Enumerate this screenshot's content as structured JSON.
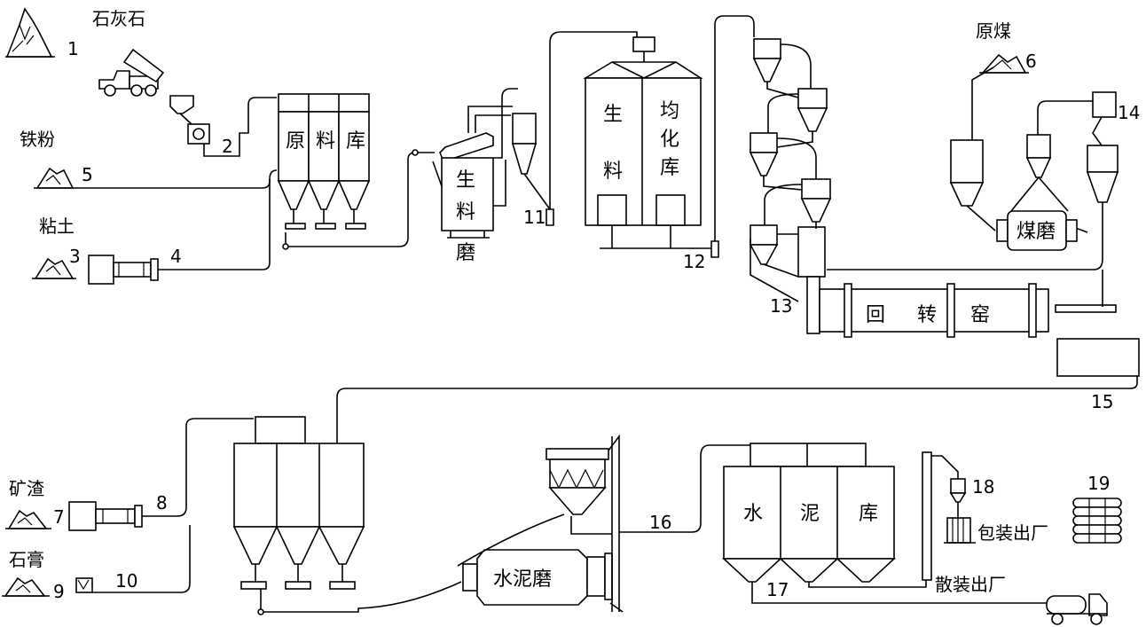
{
  "labels": {
    "limestone": "石灰石",
    "iron_powder": "铁粉",
    "clay": "粘土",
    "raw_coal": "原煤",
    "slag": "矿渣",
    "gypsum": "石膏",
    "raw_storage": [
      "原",
      "料",
      "库"
    ],
    "raw_mill": [
      "生",
      "料",
      "磨"
    ],
    "homog_left": [
      "生",
      "料"
    ],
    "homog_right": [
      "均",
      "化",
      "库"
    ],
    "coal_mill": "煤磨",
    "kiln": [
      "回",
      "转",
      "窑"
    ],
    "cement_mill": "水泥磨",
    "cement_storage": [
      "水",
      "泥",
      "库"
    ],
    "bagged_out": "包装出厂",
    "bulk_out": "散装出厂"
  },
  "numbers": {
    "n1": "1",
    "n2": "2",
    "n3": "3",
    "n4": "4",
    "n5": "5",
    "n6": "6",
    "n7": "7",
    "n8": "8",
    "n9": "9",
    "n10": "10",
    "n11": "11",
    "n12": "12",
    "n13": "13",
    "n14": "14",
    "n15": "15",
    "n16": "16",
    "n17": "17",
    "n18": "18",
    "n19": "19"
  }
}
